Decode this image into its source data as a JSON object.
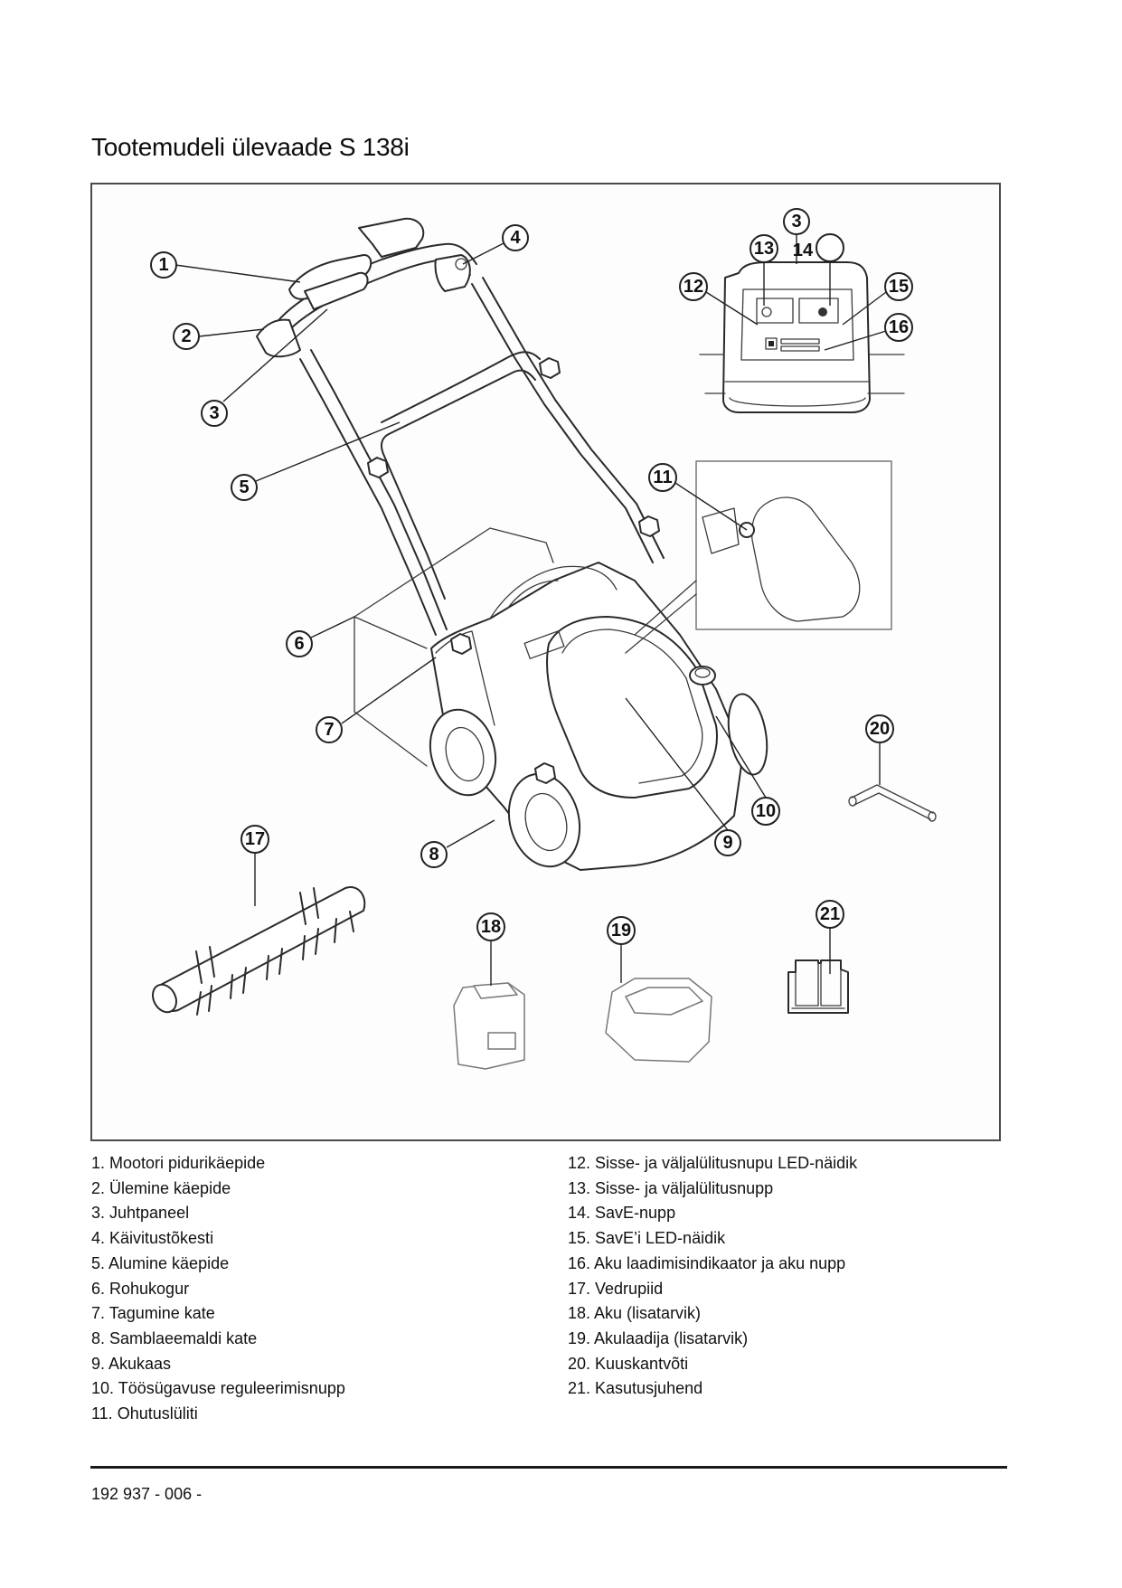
{
  "page": {
    "title": "Tootemudeli ülevaade S 138i",
    "footer": "192 937 - 006 -"
  },
  "figure": {
    "description": "Exploded overview drawing of scarifier S 138i with numbered callouts",
    "callouts": {
      "c1": "1",
      "c2": "2",
      "c3": "3",
      "c4": "4",
      "c5": "5",
      "c6": "6",
      "c7": "7",
      "c8": "8",
      "c9": "9",
      "c10": "10",
      "c11": "11",
      "c12": "12",
      "c13": "13",
      "c14": "14",
      "c15": "15",
      "c16": "16",
      "c17": "17",
      "c18": "18",
      "c19": "19",
      "c20": "20",
      "c21": "21",
      "c3_panel": "3"
    }
  },
  "legend": {
    "left": [
      "1. Mootori pidurikäepide",
      "2. Ülemine käepide",
      "3. Juhtpaneel",
      "4. Käivitustõkesti",
      "5. Alumine käepide",
      "6. Rohukogur",
      "7. Tagumine kate",
      "8. Samblaeemaldi kate",
      "9. Akukaas",
      "10. Töösügavuse reguleerimisnupp",
      "11. Ohutuslüliti"
    ],
    "right": [
      "12. Sisse- ja väljalülitusnupu LED-näidik",
      "13. Sisse- ja väljalülitusnupp",
      "14. SavE-nupp",
      "15. SavE’i LED-näidik",
      "16. Aku laadimisindikaator ja aku nupp",
      "17. Vedrupiid",
      "18. Aku (lisatarvik)",
      "19. Akulaadija (lisatarvik)",
      "20. Kuuskantvõti",
      "21. Kasutusjuhend"
    ]
  }
}
